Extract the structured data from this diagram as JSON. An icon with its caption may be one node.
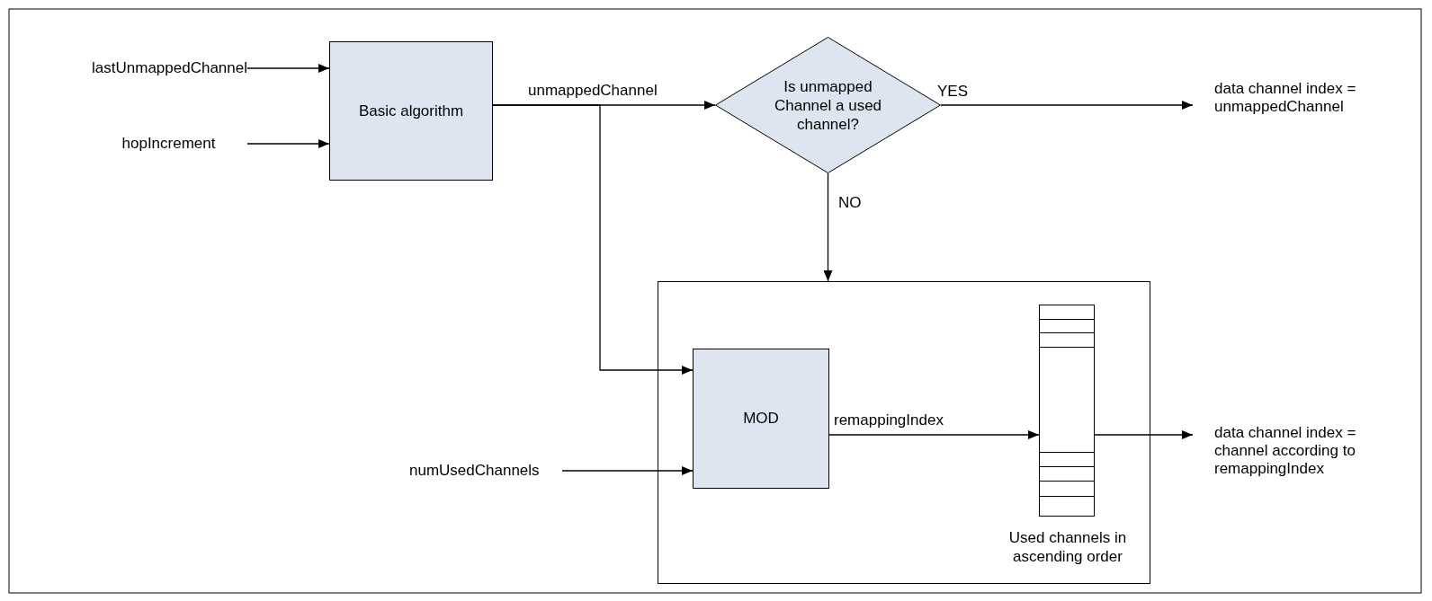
{
  "diagram": {
    "nodes": [
      {
        "text": [
          "lastUnmappedChannel"
        ]
      },
      {
        "text": [
          "hopIncrement"
        ]
      },
      {
        "text": [
          "Basic algorithm"
        ]
      },
      {
        "text": [
          "Is unmapped Channel a used channel?"
        ]
      },
      {
        "text": [
          "data channel index = unmappedChannel"
        ]
      },
      {
        "text": [],
        "shape": "box"
      },
      {
        "text": [
          "MOD"
        ],
        "in": 5
      },
      {
        "text": [],
        "shape": "box",
        "in": 5,
        "beside": [
          "Used channels in ascending order"
        ]
      },
      {
        "text": [
          "numUsedChannels"
        ]
      },
      {
        "text": [
          "data channel index = channel according to remappingIndex"
        ]
      }
    ],
    "edges": [
      {
        "from": 0,
        "to": 2,
        "arrow": "to"
      },
      {
        "from": 1,
        "to": 2,
        "arrow": "to"
      },
      {
        "from": 2,
        "to": 3,
        "arrow": "to",
        "label": "unmappedChannel"
      },
      {
        "from": 3,
        "to": 4,
        "arrow": "to",
        "label": "YES"
      },
      {
        "from": 3,
        "to": 5,
        "arrow": "to",
        "label": "NO"
      },
      {
        "from": 2,
        "to": 6,
        "arrow": "to"
      },
      {
        "from": 8,
        "to": 6,
        "arrow": "to"
      },
      {
        "from": 6,
        "to": 7,
        "arrow": "to",
        "label": "remappingIndex"
      },
      {
        "from": 7,
        "to": 9,
        "arrow": "to"
      }
    ]
  }
}
